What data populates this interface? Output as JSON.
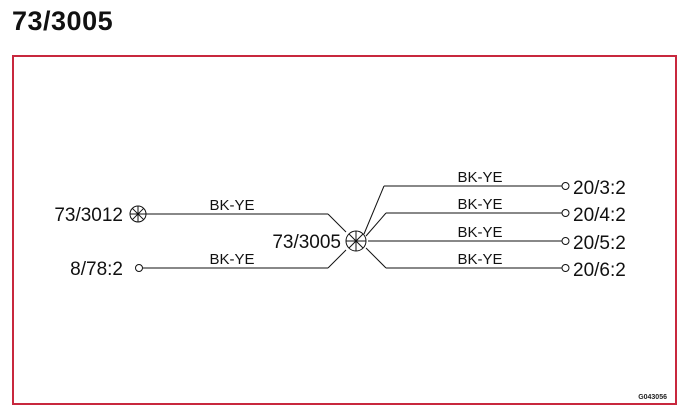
{
  "title": "73/3005",
  "hub": {
    "label": "73/3005"
  },
  "left_nodes": [
    {
      "label": "73/3012",
      "wire": "BK-YE"
    },
    {
      "label": "8/78:2",
      "wire": "BK-YE"
    }
  ],
  "right_nodes": [
    {
      "label": "20/3:2",
      "wire": "BK-YE"
    },
    {
      "label": "20/4:2",
      "wire": "BK-YE"
    },
    {
      "label": "20/5:2",
      "wire": "BK-YE"
    },
    {
      "label": "20/6:2",
      "wire": "BK-YE"
    }
  ],
  "figure_code": "G043056",
  "colors": {
    "frame": "#c8283e",
    "line": "#111111"
  }
}
